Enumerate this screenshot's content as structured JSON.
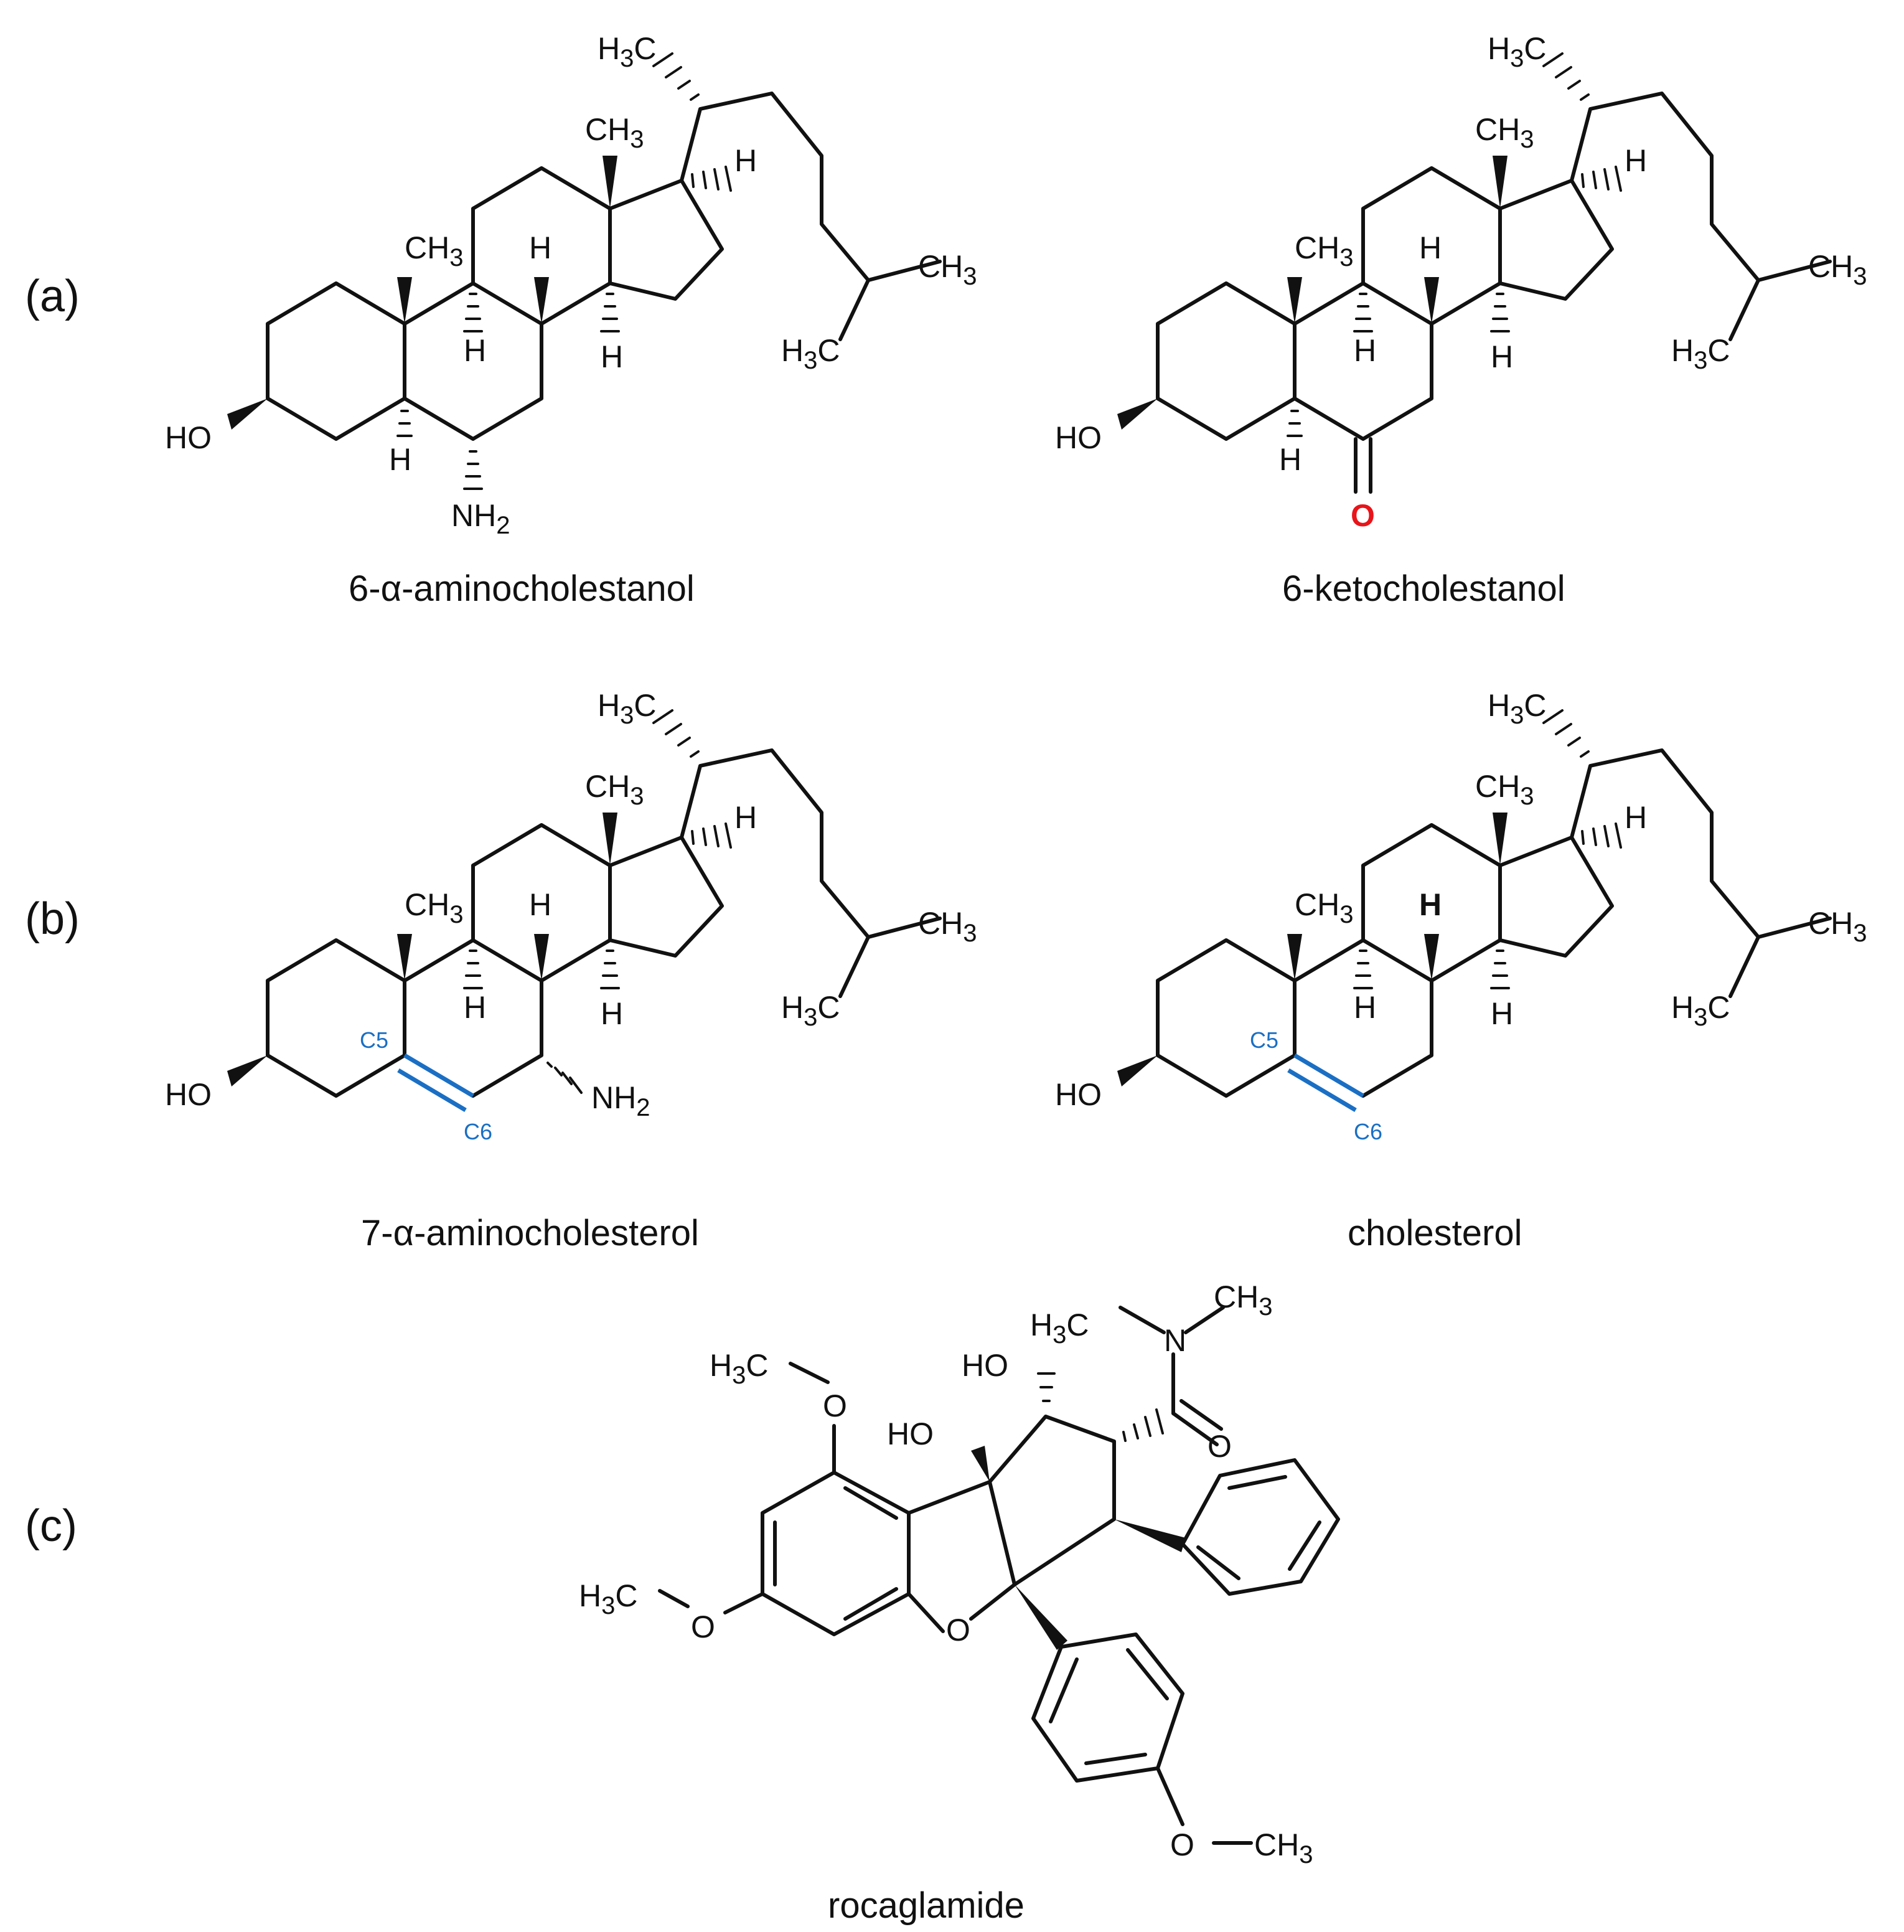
{
  "panels": [
    {
      "letter": "(a)"
    },
    {
      "letter": "(b)"
    },
    {
      "letter": "(c)"
    }
  ],
  "molecules": {
    "m1": {
      "name": "6-α-aminocholestanol"
    },
    "m2": {
      "name": "6-ketocholestanol"
    },
    "m3": {
      "name": "7-α-aminocholesterol"
    },
    "m4": {
      "name": "cholesterol"
    },
    "m5": {
      "name": "rocaglamide"
    }
  },
  "atoms": {
    "CH": "CH",
    "H3C": "H",
    "H": "H",
    "HO": "HO",
    "NH": "NH",
    "sub2": "2",
    "sub3": "3",
    "C": "C",
    "O": "O",
    "N": "N",
    "C5": "C5",
    "C6": "C6"
  },
  "colors": {
    "bond": "#111111",
    "keto_oxygen": "#e8141a",
    "double_bond_highlight": "#1a6fc4"
  }
}
